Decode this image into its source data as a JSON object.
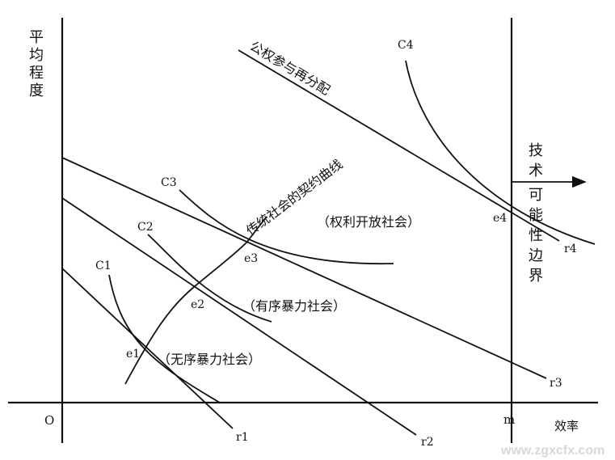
{
  "y_axis_label": [
    "平",
    "均",
    "程",
    "度"
  ],
  "x_axis_label": "效率",
  "origin_label": "O",
  "m_label": "m",
  "frontier_label": [
    "技",
    "术",
    "可",
    "能",
    "性",
    "边",
    "界"
  ],
  "redistribution_label": "公权参与再分配",
  "contract_curve_label": "传统社会的契约曲线",
  "society_labels": {
    "open": "（权利开放社会）",
    "ordered": "（有序暴力社会）",
    "disordered": "（无序暴力社会）"
  },
  "curve_labels": {
    "c1": "C1",
    "c2": "C2",
    "c3": "C3",
    "c4": "C4",
    "e1": "e1",
    "e2": "e2",
    "e3": "e3",
    "e4": "e4",
    "r1": "r1",
    "r2": "r2",
    "r3": "r3",
    "r4": "r4"
  },
  "watermark": "www.zgxcfx.com"
}
